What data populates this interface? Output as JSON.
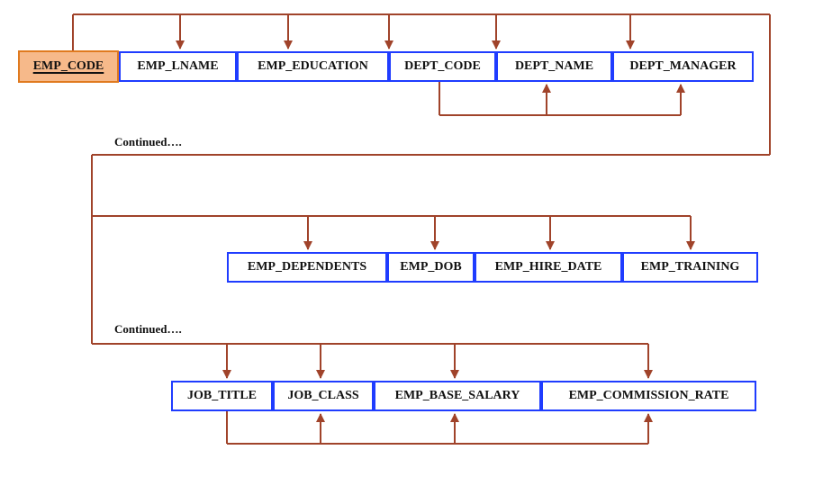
{
  "colors": {
    "arrow": "#a0432a",
    "box_border": "#1f3cff",
    "pk_fill": "#f6b98a",
    "pk_border": "#e07a1f"
  },
  "row1": {
    "primary_key": "EMP_CODE",
    "attributes": [
      "EMP_LNAME",
      "EMP_EDUCATION",
      "DEPT_CODE",
      "DEPT_NAME",
      "DEPT_MANAGER"
    ]
  },
  "continued_1": "Continued….",
  "row2": {
    "attributes": [
      "EMP_DEPENDENTS",
      "EMP_DOB",
      "EMP_HIRE_DATE",
      "EMP_TRAINING"
    ]
  },
  "continued_2": "Continued….",
  "row3": {
    "attributes": [
      "JOB_TITLE",
      "JOB_CLASS",
      "EMP_BASE_SALARY",
      "EMP_COMMISSION_RATE"
    ]
  }
}
